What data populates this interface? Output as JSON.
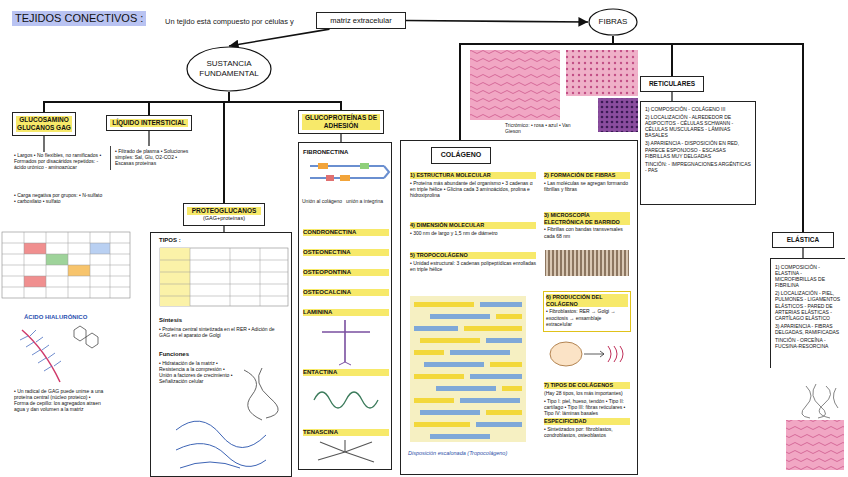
{
  "diagram": {
    "title": "TEJIDOS CONECTIVOS :",
    "nodes": [
      {
        "text": [
          "matriz extracelular"
        ]
      },
      {
        "text": [
          "SUSTANCIA FUNDAMENTAL"
        ]
      },
      {
        "text": [
          "FIBRAS"
        ]
      },
      {
        "text": [
          "GLUCOSAMINO GLUCANOS GAG"
        ]
      },
      {
        "text": [
          "• Largos • No flexibles, no ramificados • Formados por disacáridos repetidos: - ácido urónico - aminoazúcar",
          "• Carga negativa por grupos: • N-sulfato • carboxilato • sulfato",
          "ÁCIDO HIALURÓNICO",
          "• Un radical de GAG puede unirse a una proteína central (núcleo proteico) • Forma de cepillo: los agregados atraen agua y dan volumen a la matriz"
        ]
      },
      {
        "text": [
          "LÍQUIDO INTERSTICIAL"
        ]
      },
      {
        "text": [
          "• Filtrado de plasma • Soluciones simples: Sal, Glu, O2-CO2 • Escasas proteínas"
        ]
      },
      {
        "text": [
          "GLUCOPROTEÍNAS DE ADHESIÓN"
        ]
      },
      {
        "text": [
          "FIBRONECTINA",
          "CONDRONECTINA",
          "OSTEONECTINA",
          "OSTEOPONTINA",
          "OSTEOCALCINA",
          "LAMININA",
          "ENTACTINA",
          "TENASCINA"
        ]
      },
      {
        "text": [
          "PROTEOGLUCANOS",
          "(GAG+proteínas)"
        ]
      },
      {
        "text": [
          "TIPOS :",
          "Síntesis",
          "• Proteína central sintetizada en el RER • Adición de GAG en el aparato de Golgi",
          "Funciones",
          "• Hidratación de la matriz • Resistencia a la compresión • Unión a factores de crecimiento • Señalización celular"
        ]
      },
      {
        "text": [
          "COLÁGENO"
        ]
      },
      {
        "text": [
          "1) ESTRUCTURA MOLECULAR",
          "• Proteína más abundante del organismo • 3 cadenas α en triple hélice • Glicina cada 3 aminoácidos, prolina e hidroxiprolina"
        ],
        "in": 11
      },
      {
        "text": [
          "2) FORMACIÓN DE FIBRAS",
          "• Las moléculas se agregan formando fibrillas y fibras"
        ],
        "in": 11
      },
      {
        "text": [
          "3) MICROSCOPÍA ELECTRÓNICA DE BARRIDO",
          "• Fibrillas con bandas transversales cada 68 nm"
        ],
        "in": 11
      },
      {
        "text": [
          "4) DIMENSIÓN MOLECULAR",
          "• 300 nm de largo y 1,5 nm de diámetro"
        ],
        "in": 11
      },
      {
        "text": [
          "5) TROPOCOLÁGENO",
          "• Unidad estructural: 3 cadenas polipeptídicas enrolladas en triple hélice"
        ],
        "in": 11
      },
      {
        "text": [
          "6) PRODUCCIÓN DEL COLÁGENO",
          "• Fibroblastos: RER → Golgi → exocitosis → ensamblaje extracelular"
        ],
        "in": 11
      },
      {
        "text": [
          "7) TIPOS DE COLÁGENOS",
          "(Hay 28 tipos, los más importantes)",
          "• Tipo I: piel, hueso, tendón • Tipo II: cartílago • Tipo III: fibras reticulares • Tipo IV: láminas basales",
          "ESPECIFICIDAD",
          "• Sintetizados por: fibroblastos, condroblastos, osteoblastos"
        ],
        "in": 11
      },
      {
        "text": [
          "RETICULARES"
        ]
      },
      {
        "text": [
          "1) COMPOSICIÓN - COLÁGENO III",
          "2) LOCALIZACIÓN - ALREDEDOR DE ADIPOCITOS - CÉLULAS SCHWANN - CÉLULAS MUSCULARES - LÁMINAS BASALES",
          "3) APARIENCIA - DISPOSICIÓN EN RED, PARECE ESPONJOSO - ESCASAS FIBRILLAS MUY DELGADAS",
          "TINCIÓN: - IMPREGNACIONES ARGÉNTICAS - PAS"
        ]
      },
      {
        "text": [
          "ELÁSTICA"
        ]
      },
      {
        "text": [
          "1) COMPOSICIÓN - ELASTINA - MICROFIBRILLAS DE FIBRILINA",
          "2) LOCALIZACIÓN - PIEL, PULMONES - LIGAMENTOS ELÁSTICOS - PARED DE ARTERIAS ELÁSTICAS - CARTÍLAGO ELÁSTICO",
          "3) APARIENCIA - FIBRAS DELGADAS, RAMIFICADAS",
          "TINCIÓN - ORCEÍNA - FUCSINA-RESORCINA"
        ]
      }
    ],
    "edges": [
      {
        "from": 0,
        "to": 1,
        "arrow": "to"
      },
      {
        "from": 0,
        "to": 2,
        "arrow": "to"
      },
      {
        "from": 1,
        "to": 3,
        "arrow": "none"
      },
      {
        "from": 1,
        "to": 5,
        "arrow": "none"
      },
      {
        "from": 1,
        "to": 7,
        "arrow": "none"
      },
      {
        "from": 1,
        "to": 9,
        "arrow": "none"
      },
      {
        "from": 2,
        "to": 11,
        "arrow": "none"
      },
      {
        "from": 2,
        "to": 19,
        "arrow": "none"
      },
      {
        "from": 2,
        "to": 21,
        "arrow": "none"
      },
      {
        "from": 3,
        "to": 4,
        "arrow": "none"
      },
      {
        "from": 5,
        "to": 6,
        "arrow": "none"
      },
      {
        "from": 7,
        "to": 8,
        "arrow": "none"
      },
      {
        "from": 9,
        "to": 10,
        "arrow": "none"
      },
      {
        "from": 19,
        "to": 20,
        "arrow": "none"
      },
      {
        "from": 21,
        "to": 22,
        "arrow": "none"
      }
    ],
    "labels": [
      "Un tejido está compuesto por células y",
      "Tricrómico: • rosa • azul • Van Gieson",
      "Unión al colágeno",
      "unión a integrina",
      "Disposición escalonada (Tropocolágeno)"
    ]
  }
}
